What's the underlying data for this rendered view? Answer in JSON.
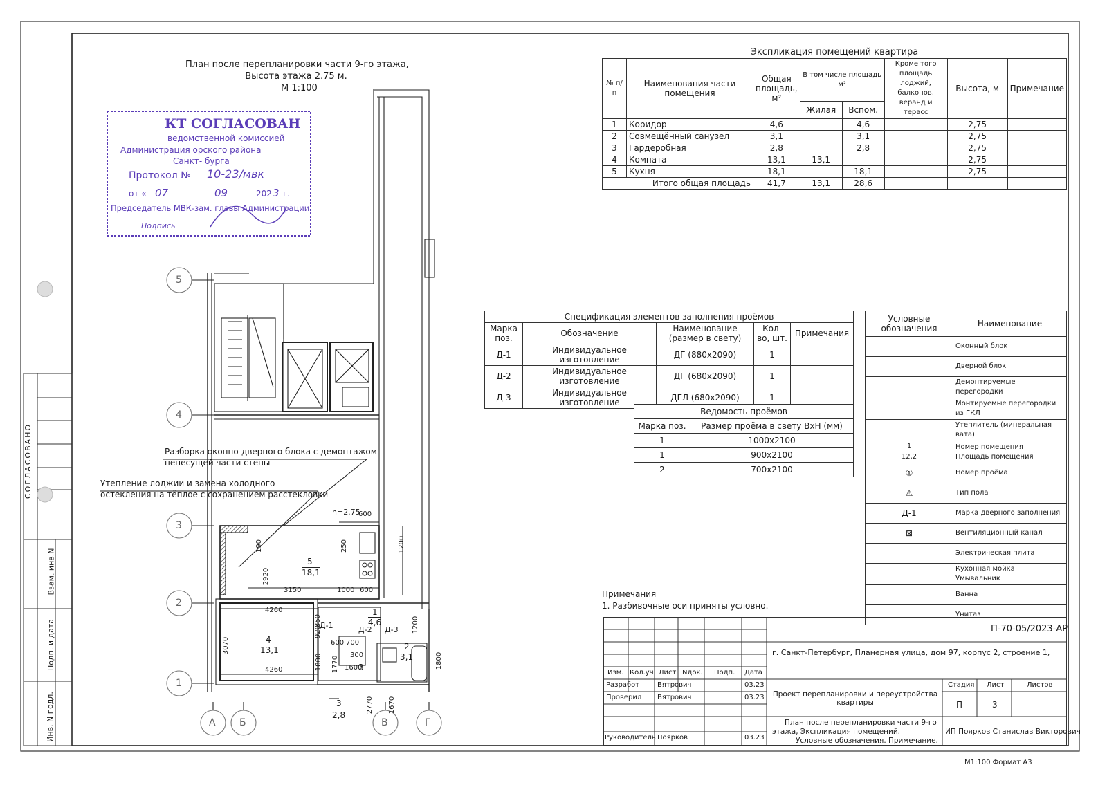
{
  "plan_title": {
    "line1": "План после перепланировки части 9-го этажа,",
    "line2": "Высота этажа 2.75 м.",
    "line3": "М 1:100"
  },
  "stamp": {
    "l1": "КТ СОГЛАСОВАН",
    "l2": "ведомственной комиссией",
    "l3": "Администрация        орского района",
    "l4": "Санкт-         бурга",
    "l5": "Протокол №",
    "l5v": "10-23/мвк",
    "l6": "от «",
    "l6d": "07",
    "l6m": "09",
    "l6y": "202",
    "l6yv": "3",
    "l6g": "г.",
    "l7": "Председатель МВК-зам. главы Администрации",
    "l8": "Подпись"
  },
  "side_labels": {
    "agreed": "СОГЛАСОВАНО",
    "vzam": "Взам. инв.N",
    "podp": "Подп. и дата",
    "inv": "Инв. N подл."
  },
  "axes": {
    "rows": [
      "5",
      "4",
      "3",
      "2",
      "1"
    ],
    "cols": [
      "А",
      "Б",
      "В",
      "Г"
    ]
  },
  "plan_notes": {
    "n1a": "Разборка оконно-дверного блока с демонтажом",
    "n1b": "ненесущей части стены",
    "n2a": "Утепление лоджии и замена холодного",
    "n2b": "остекления на тёплое с сохранением расстекловки"
  },
  "plan_labels": {
    "h": "h=2.75",
    "d600a": "600",
    "d1200": "1200",
    "d190": "190",
    "d250": "250",
    "d2920": "2920",
    "d3150": "3150",
    "d1000": "1000",
    "d600b": "600",
    "d4260a": "4260",
    "d4260b": "4260",
    "d3070": "3070",
    "d1800a": "1800",
    "d1800b": "1800",
    "d1770": "1770",
    "d350": "350",
    "d920": "920",
    "d600c": "600",
    "d700": "700",
    "d300": "300",
    "d1600": "1600",
    "d2770": "2770",
    "d1670": "1670",
    "d1200b": "1200",
    "r5n": "5",
    "r5a": "18,1",
    "r4n": "4",
    "r4a": "13,1",
    "r1n": "1",
    "r1a": "4,6",
    "r2n": "2",
    "r2a": "3,1",
    "r3n": "3",
    "r3a": "2,8",
    "r3b": "3",
    "d1": "Д-1",
    "d2": "Д-2",
    "d3": "Д-3"
  },
  "explication": {
    "title": "Экспликация помещений квартира",
    "headers": {
      "num": "№ п/п",
      "name": "Наименования части помещения",
      "total": "Общая площадь, м²",
      "incl": "В том числе площадь м²",
      "living": "Жилая",
      "aux": "Вспом.",
      "except": "Кроме того площадь лоджий, балконов, веранд и терасс",
      "height": "Высота, м",
      "note": "Примечание"
    },
    "rows": [
      {
        "n": "1",
        "name": "Коридор",
        "total": "4,6",
        "living": "",
        "aux": "4,6",
        "height": "2,75"
      },
      {
        "n": "2",
        "name": "Совмещённый санузел",
        "total": "3,1",
        "living": "",
        "aux": "3,1",
        "height": "2,75"
      },
      {
        "n": "3",
        "name": "Гардеробная",
        "total": "2,8",
        "living": "",
        "aux": "2,8",
        "height": "2,75"
      },
      {
        "n": "4",
        "name": "Комната",
        "total": "13,1",
        "living": "13,1",
        "aux": "",
        "height": "2,75"
      },
      {
        "n": "5",
        "name": "Кухня",
        "total": "18,1",
        "living": "",
        "aux": "18,1",
        "height": "2,75"
      }
    ],
    "total_row": {
      "label": "Итого общая площадь",
      "total": "41,7",
      "living": "13,1",
      "aux": "28,6"
    }
  },
  "spec": {
    "title": "Спецификация элементов заполнения проёмов",
    "headers": {
      "mark": "Марка поз.",
      "desig": "Обозначение",
      "name": "Наименование (размер в свету)",
      "qty": "Кол-во, шт.",
      "note": "Примечания"
    },
    "rows": [
      {
        "mark": "Д-1",
        "desig": "Индивидуальное изготовление",
        "name": "ДГ (880х2090)",
        "qty": "1"
      },
      {
        "mark": "Д-2",
        "desig": "Индивидуальное изготовление",
        "name": "ДГ (680х2090)",
        "qty": "1"
      },
      {
        "mark": "Д-3",
        "desig": "Индивидуальное изготовление",
        "name": "ДГЛ (680х2090)",
        "qty": "1"
      }
    ]
  },
  "openings": {
    "title": "Ведомость проёмов",
    "headers": {
      "mark": "Марка поз.",
      "size": "Размер проёма в свету ВхН (мм)"
    },
    "rows": [
      {
        "mark": "1",
        "size": "1000х2100"
      },
      {
        "mark": "1",
        "size": "900х2100"
      },
      {
        "mark": "2",
        "size": "700х2100"
      }
    ]
  },
  "legend": {
    "headers": {
      "sym": "Условные обозначения",
      "name": "Наименование"
    },
    "rows": [
      {
        "icon": "window-block-icon",
        "sym": "",
        "name": "Оконный блок"
      },
      {
        "icon": "door-block-icon",
        "sym": "",
        "name": "Дверной блок"
      },
      {
        "icon": "dashed-partition-icon",
        "sym": "",
        "name": "Демонтируемые перегородки"
      },
      {
        "icon": "hatched-partition-icon",
        "sym": "",
        "name": "Монтируемые перегородки из ГКЛ"
      },
      {
        "icon": "insulation-icon",
        "sym": "",
        "name": "Утеплитель (минеральная вата)"
      },
      {
        "icon": "room-number-icon",
        "sym": "1",
        "sym2": "12,2",
        "name": "Номер помещения",
        "name2": "Площадь помещения"
      },
      {
        "icon": "opening-number-icon",
        "sym": "①",
        "name": "Номер проёма"
      },
      {
        "icon": "floor-type-icon",
        "sym": "⚠",
        "name": "Тип пола"
      },
      {
        "icon": "door-mark-icon",
        "sym": "Д-1",
        "name": "Марка дверного заполнения"
      },
      {
        "icon": "vent-duct-icon",
        "sym": "⊠",
        "name": "Вентиляционный канал"
      },
      {
        "icon": "stove-icon",
        "sym": "",
        "name": "Электрическая плита"
      },
      {
        "icon": "sink-icon",
        "sym": "",
        "name": "Кухонная мойка",
        "name2": "Умывальник"
      },
      {
        "icon": "bathtub-icon",
        "sym": "",
        "name": "Ванна"
      },
      {
        "icon": "toilet-icon",
        "sym": "",
        "name": "Унитаз"
      }
    ]
  },
  "notes": {
    "title": "Примечания",
    "n1": "1. Разбивочные оси приняты условно."
  },
  "title_block": {
    "code": "П-70-05/2023-АР",
    "address": "г. Санкт-Петербург, Планерная улица, дом 97, корпус 2, строение 1,",
    "hdr": [
      "Изм.",
      "Кол.уч.",
      "Лист",
      "Nдок.",
      "Подп.",
      "Дата"
    ],
    "razrab": "Разработ",
    "razrab_name": "Вятрович",
    "razrab_date": "03.23",
    "prover": "Проверил",
    "prover_name": "Вятрович",
    "prover_date": "03.23",
    "ruk": "Руководитель",
    "ruk_name": "Поярков",
    "ruk_date": "03.23",
    "project": "Проект перепланировки и переустройства квартиры",
    "stage_h": "Стадия",
    "sheet_h": "Лист",
    "sheets_h": "Листов",
    "stage": "П",
    "sheet": "3",
    "sheets": "",
    "sheet_desc1": "План после перепланировки части 9-го",
    "sheet_desc2": "этажа,                   Экспликация помещений.",
    "sheet_desc3": "Условные обозначения. Примечание.",
    "org": "ИП Поярков Станислав Викторович",
    "format": "М1:100  Формат А3"
  }
}
